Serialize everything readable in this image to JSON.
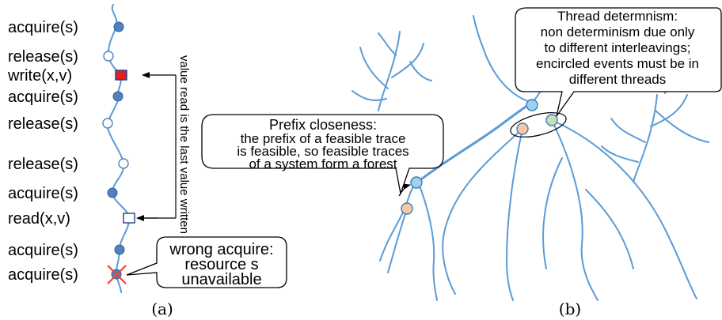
{
  "panel_a": {
    "events": [
      {
        "label": "acquire(s)",
        "marker": "filled-circle"
      },
      {
        "label": "release(s)",
        "marker": "open-circle"
      },
      {
        "label": "write(x,v)",
        "marker": "red-square"
      },
      {
        "label": "acquire(s)",
        "marker": "filled-circle"
      },
      {
        "label": "release(s)",
        "marker": "open-circle"
      },
      {
        "label": "release(s)",
        "marker": "open-circle"
      },
      {
        "label": "acquire(s)",
        "marker": "filled-circle"
      },
      {
        "label": "read(x,v)",
        "marker": "open-square"
      },
      {
        "label": "acquire(s)",
        "marker": "filled-circle"
      },
      {
        "label": "acquire(s)",
        "marker": "crossed-circle"
      }
    ],
    "value_note": "value read is the last value written",
    "wrong_acquire": [
      "wrong acquire:",
      "resource s",
      "unavailable"
    ],
    "caption": "(a)"
  },
  "panel_b": {
    "prefix_note": [
      "Prefix closeness:",
      "the prefix of a feasible trace",
      "is feasible, so feasible traces",
      "of a system form a forest"
    ],
    "determinism_note": [
      "Thread determnism:",
      "non determinism due only",
      "to different interleavings;",
      "encircled events must be in",
      "different threads"
    ],
    "caption": "(b)"
  },
  "colors": {
    "branch": "#5b9bd5",
    "filled_event": "#4f81bd",
    "write_marker": "#e02020",
    "cross": "#ff3b30",
    "event_blue": "#9dd3ee",
    "event_orange": "#f8c7a6",
    "event_green": "#c6dfb4"
  }
}
